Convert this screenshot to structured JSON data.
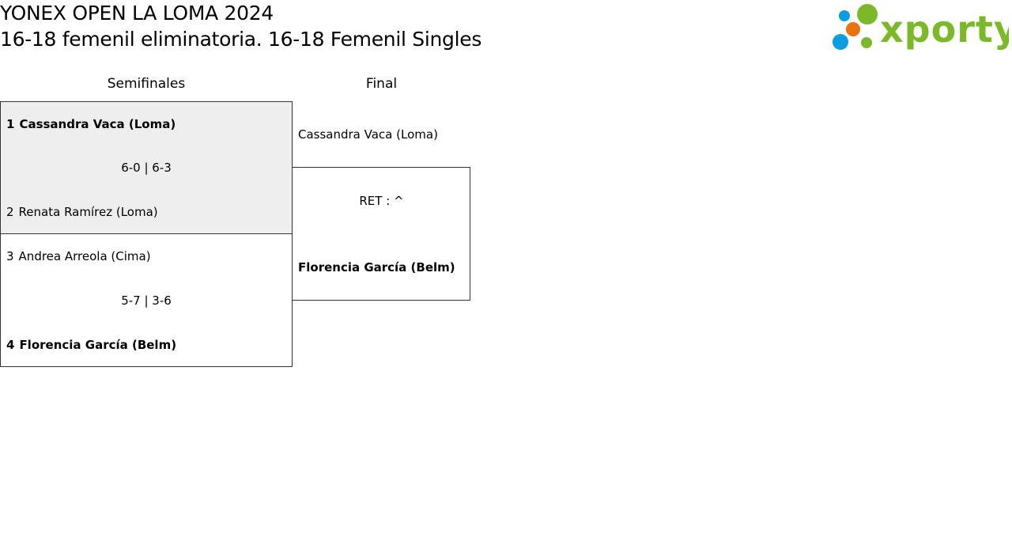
{
  "header": {
    "title": "YONEX OPEN LA LOMA 2024",
    "subtitle": "16-18 femenil eliminatoria. 16-18 Femenil Singles"
  },
  "logo": {
    "text": "xporty",
    "colors": {
      "green": "#7cb928",
      "blue": "#0b9de2",
      "orange": "#e8730f"
    }
  },
  "rounds": [
    {
      "label": "Semifinales"
    },
    {
      "label": "Final"
    }
  ],
  "semifinals": [
    {
      "top": {
        "seed": "1",
        "name": "Cassandra Vaca (Loma)",
        "winner": true
      },
      "score": "6-0 | 6-3",
      "bottom": {
        "seed": "2",
        "name": "Renata Ramírez (Loma)",
        "winner": false
      }
    },
    {
      "top": {
        "seed": "3",
        "name": "Andrea Arreola (Cima)",
        "winner": false
      },
      "score": "5-7 | 3-6",
      "bottom": {
        "seed": "4",
        "name": "Florencia García (Belm)",
        "winner": true
      }
    }
  ],
  "final": {
    "top": {
      "name": "Cassandra Vaca (Loma)",
      "winner": false
    },
    "score": "RET : ^",
    "bottom": {
      "name": "Florencia García (Belm)",
      "winner": true
    }
  }
}
